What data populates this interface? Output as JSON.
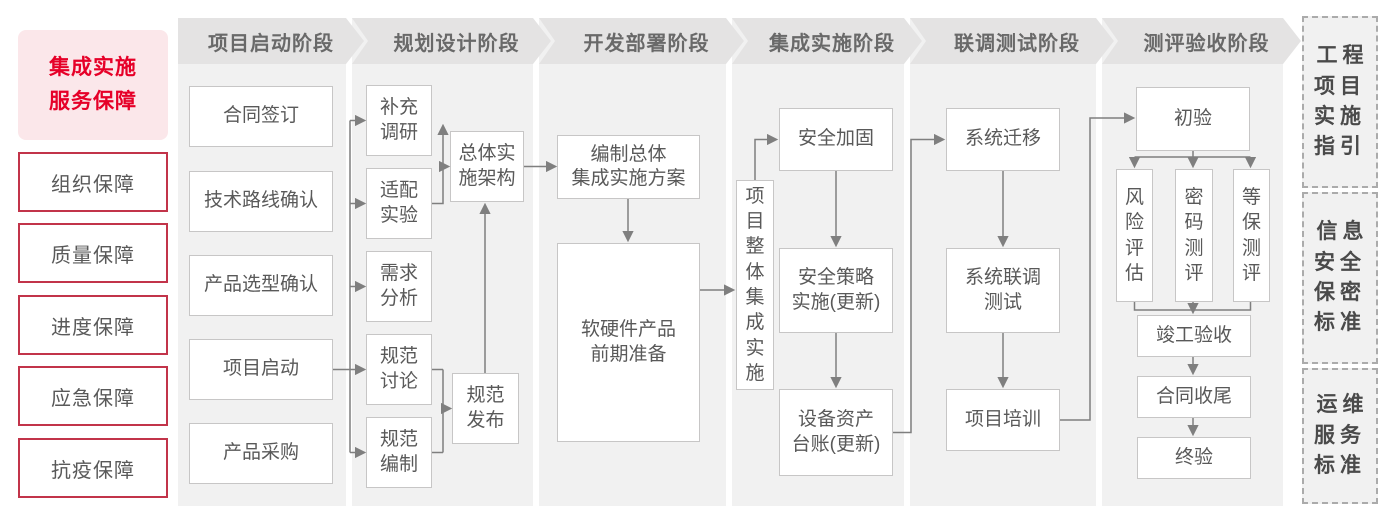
{
  "sidebar": {
    "title": "集成实施\n服务保障",
    "items": [
      {
        "label": "组织保障"
      },
      {
        "label": "质量保障"
      },
      {
        "label": "进度保障"
      },
      {
        "label": "应急保障"
      },
      {
        "label": "抗疫保障"
      }
    ]
  },
  "phases": [
    {
      "label": "项目启动阶段",
      "boxes": [
        {
          "label": "合同签订"
        },
        {
          "label": "技术路线确认"
        },
        {
          "label": "产品选型确认"
        },
        {
          "label": "项目启动"
        },
        {
          "label": "产品采购"
        }
      ]
    },
    {
      "label": "规划设计阶段",
      "boxes": [
        {
          "label": "补充\n调研"
        },
        {
          "label": "适配\n实验"
        },
        {
          "label": "需求\n分析"
        },
        {
          "label": "规范\n讨论"
        },
        {
          "label": "规范\n编制"
        },
        {
          "label": "总体实\n施架构"
        },
        {
          "label": "规范\n发布"
        }
      ]
    },
    {
      "label": "开发部署阶段",
      "boxes": [
        {
          "label": "编制总体\n集成实施方案"
        },
        {
          "label": "软硬件产品\n前期准备"
        }
      ]
    },
    {
      "label": "集成实施阶段",
      "boxes": [
        {
          "label": "项\n目\n整\n体\n集\n成\n实\n施"
        },
        {
          "label": "安全加固"
        },
        {
          "label": "安全策略\n实施(更新)"
        },
        {
          "label": "设备资产\n台账(更新)"
        }
      ]
    },
    {
      "label": "联调测试阶段",
      "boxes": [
        {
          "label": "系统迁移"
        },
        {
          "label": "系统联调\n测试"
        },
        {
          "label": "项目培训"
        }
      ]
    },
    {
      "label": "测评验收阶段",
      "boxes": [
        {
          "label": "初验"
        },
        {
          "label": "风\n险\n评\n估"
        },
        {
          "label": "密\n码\n测\n评"
        },
        {
          "label": "等\n保\n测\n评"
        },
        {
          "label": "竣工验收"
        },
        {
          "label": "合同收尾"
        },
        {
          "label": "终验"
        }
      ]
    }
  ],
  "standards": [
    {
      "label": "工程\n项目\n实施\n指引"
    },
    {
      "label": "信息\n安全\n保密\n标准"
    },
    {
      "label": "运维\n服务\n标准"
    }
  ],
  "colors": {
    "accent_red": "#e60028",
    "pink_bg": "#fbe7ea",
    "red_border": "#c2344a",
    "header_bg": "#e4e3e3",
    "column_bg": "#f1f1f1",
    "line_gray": "#7f7f7f"
  }
}
